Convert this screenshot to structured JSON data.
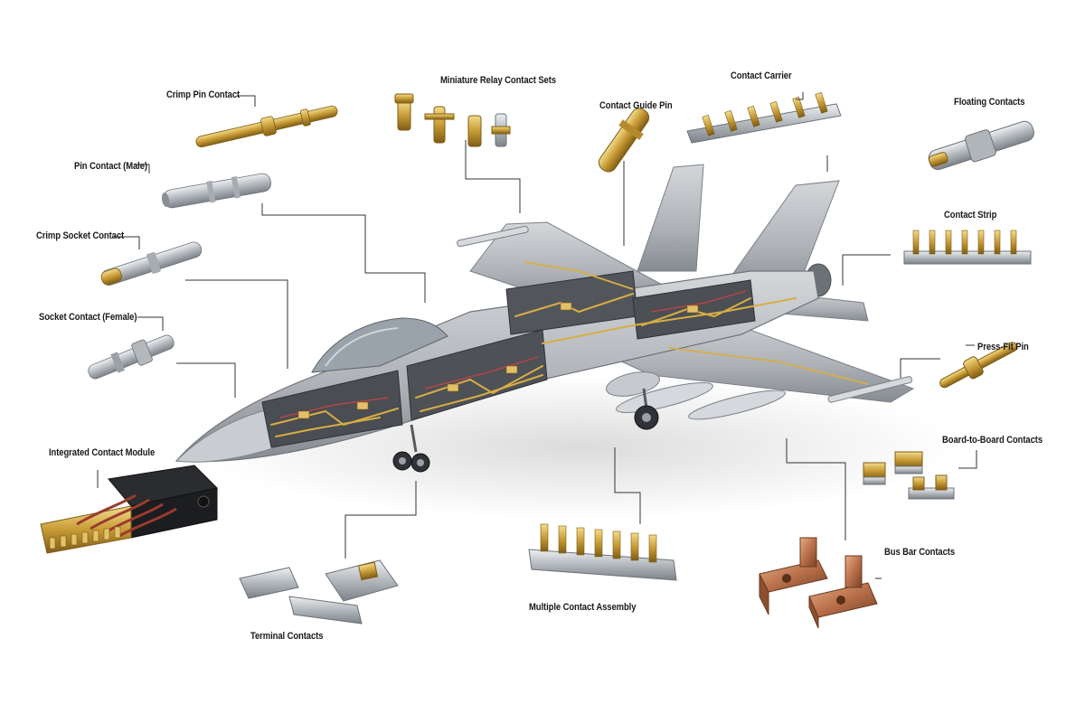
{
  "labels": {
    "crimp_pin_contact": "Crimp Pin Contact",
    "pin_contact_male": "Pin Contact  (Male)",
    "crimp_socket_contact": "Crimp Socket Contact",
    "socket_contact_female": "Socket Contact (Female)",
    "integrated_contact_module": "Integrated Contact Module",
    "terminal_contacts": "Terminal Contacts",
    "miniature_relay_contact_sets": "Miniature Relay Contact Sets",
    "contact_guide_pin": "Contact Guide Pin",
    "contact_carrier": "Contact Carrier",
    "floating_contacts": "Floating Contacts",
    "contact_strip": "Contact Strip",
    "press_fit_pin": "Press-Fit Pin",
    "board_to_board_contacts": "Board-to-Board Contacts",
    "bus_bar_contacts": "Bus Bar Contacts",
    "multiple_contact_assembly": "Multiple Contact Assembly"
  },
  "colors": {
    "background": "#ffffff",
    "airframe": "#b9bdc1",
    "airframe_dark": "#8e9398",
    "gold": "#c9a13b",
    "silver": "#c7cbd0",
    "copper": "#c07a4e",
    "leader_line": "#333333",
    "label_text": "#1a1a1a"
  }
}
